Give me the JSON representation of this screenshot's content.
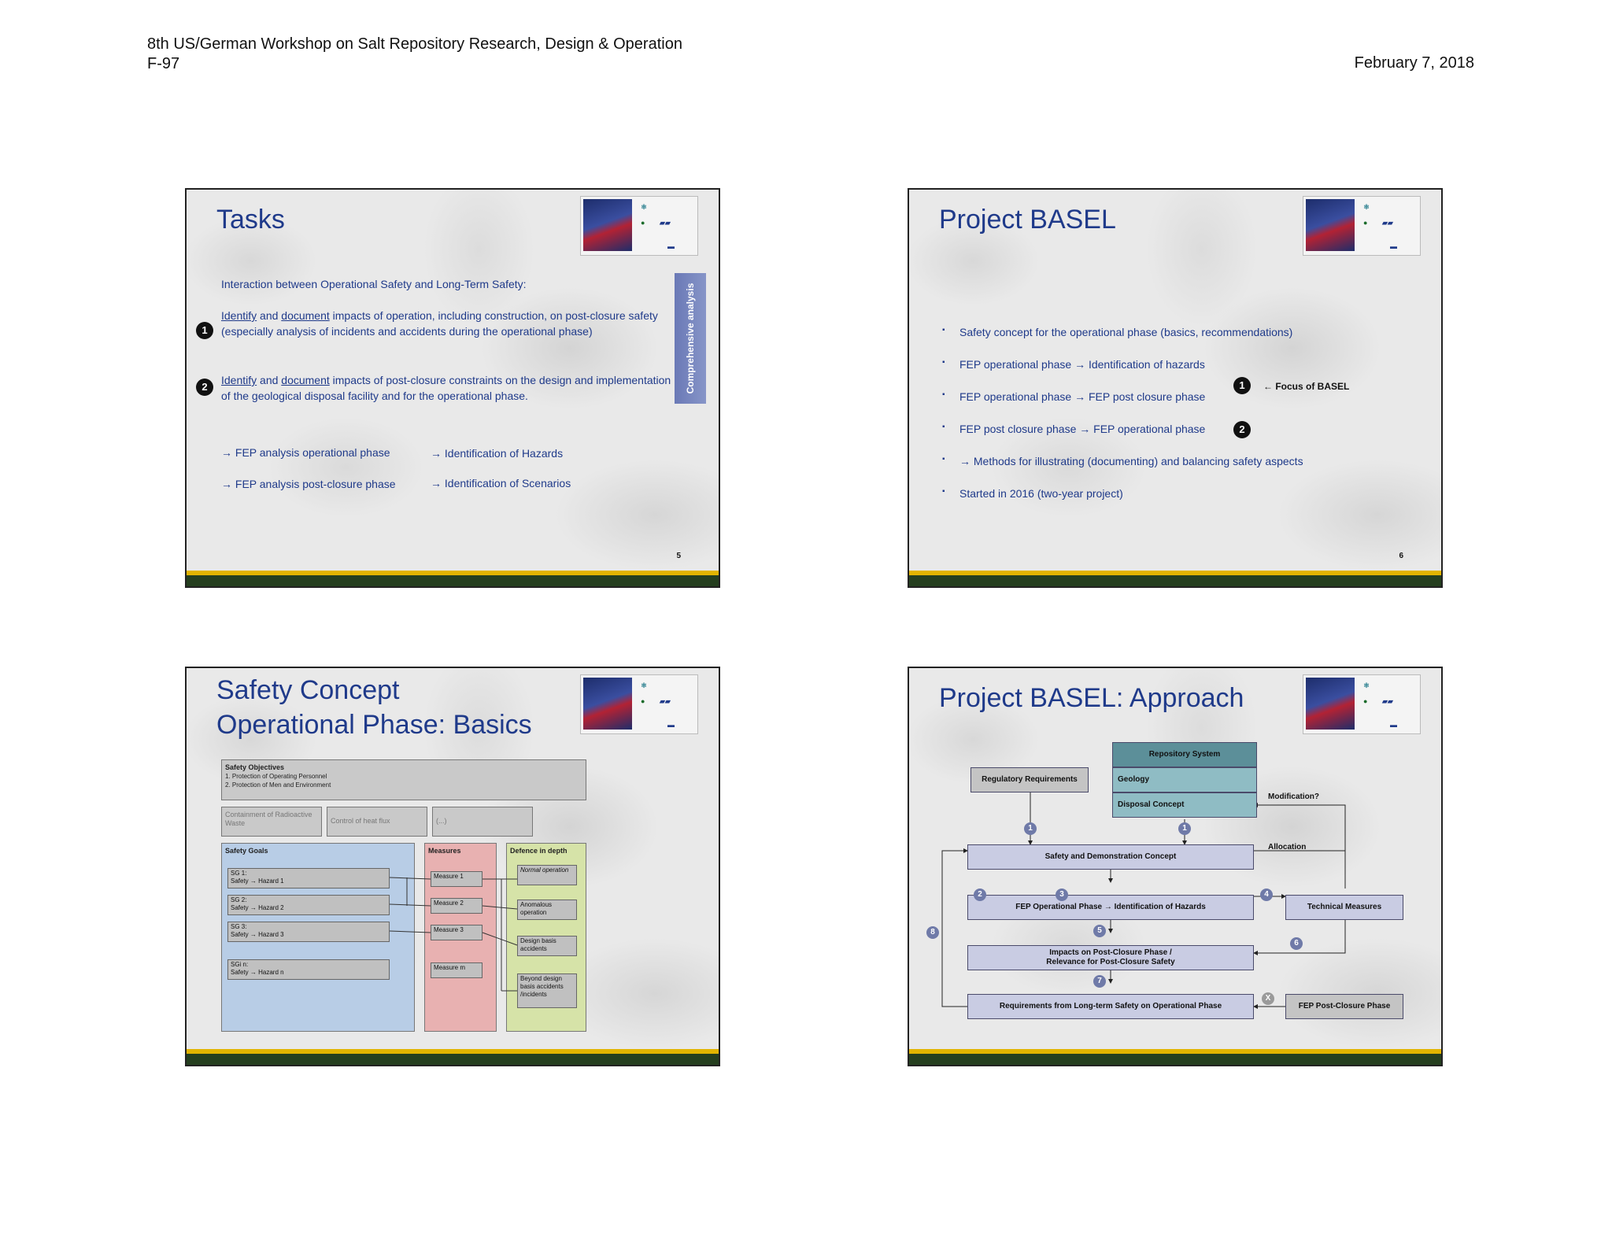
{
  "header": {
    "line1": "8th US/German Workshop on Salt Repository Research, Design & Operation",
    "line2": "F-97",
    "date": "February 7, 2018"
  },
  "slide1": {
    "title": "Tasks",
    "page": "5",
    "intro": "Interaction between Operational Safety and Long-Term Safety:",
    "item1": {
      "w1": "Identify",
      "mid": "  and ",
      "w2": "document",
      "rest": " impacts of operation, including construction, on post-closure safety (especially analysis of incidents and accidents during the operational phase)",
      "num": "1"
    },
    "item2": {
      "w1": "Identify",
      "mid": " and ",
      "w2": "document",
      "rest": " impacts of post-closure constraints on the design and implementation of the geological disposal facility and for the operational phase.",
      "num": "2"
    },
    "vertical": "Comprehensive analysis",
    "a1": "→ FEP analysis operational phase",
    "a2": "→ Identification of Hazards",
    "a3": "→ FEP analysis post-closure phase",
    "a4": "→ Identification of Scenarios"
  },
  "slide2": {
    "title": "Project BASEL",
    "page": "6",
    "bullets": [
      "Safety concept for the operational phase (basics, recommendations)",
      "FEP operational phase → Identification of hazards",
      "FEP operational phase → FEP post closure phase",
      "FEP post closure phase → FEP operational phase",
      "→ Methods for illustrating (documenting) and balancing safety aspects",
      "Started in 2016 (two-year project)"
    ],
    "num1": "1",
    "num2": "2",
    "focus": "← Focus of BASEL"
  },
  "slide3": {
    "title1": "Safety Concept",
    "title2": "Operational Phase: Basics",
    "objectives_title": "Safety Objectives",
    "objectives": [
      "1.  Protection of Operating Personnel",
      "2.  Protection of Men and Environment"
    ],
    "b1": "Containment of Radioactive Waste",
    "b2": "Control of heat flux",
    "b3": "(...)",
    "goals_title": "Safety Goals",
    "goals": [
      "SG 1:\nSafety → Hazard 1",
      "SG 2:\nSafety → Hazard 2",
      "SG 3:\nSafety → Hazard 3",
      "SGi n:\nSafety → Hazard n"
    ],
    "measures_title": "Measures",
    "measures": [
      "Measure 1",
      "Measure 2",
      "Measure 3",
      "Measure m"
    ],
    "defence_title": "Defence in depth",
    "defence": [
      "Normal operation",
      "Anomalous operation",
      "Design basis accidents",
      "Beyond design basis accidents /incidents"
    ],
    "colors": {
      "goals": "#b8cde6",
      "measures": "#e8b1b1",
      "defence": "#d6e3a8"
    }
  },
  "slide4": {
    "title": "Project BASEL: Approach",
    "repo": "Repository System",
    "geology": "Geology",
    "disposal": "Disposal Concept",
    "regulatory": "Regulatory Requirements",
    "modification": "Modification?",
    "allocation": "Allocation",
    "sdc": "Safety and Demonstration Concept",
    "fepop": "FEP Operational Phase → Identification of Hazards",
    "tech": "Technical Measures",
    "impacts1": "Impacts on Post-Closure Phase /",
    "impacts2": "Relevance for Post-Closure Safety",
    "req": "Requirements from Long-term Safety on Operational Phase",
    "fepp": "FEP Post-Closure Phase",
    "nums": [
      "1",
      "1",
      "2",
      "3",
      "4",
      "5",
      "6",
      "7",
      "8",
      "X"
    ],
    "colors": {
      "repo": "#5c8f99",
      "geo": "#8fbcc4",
      "flow": "#c9cce3",
      "grey": "#c4c4c4"
    }
  }
}
